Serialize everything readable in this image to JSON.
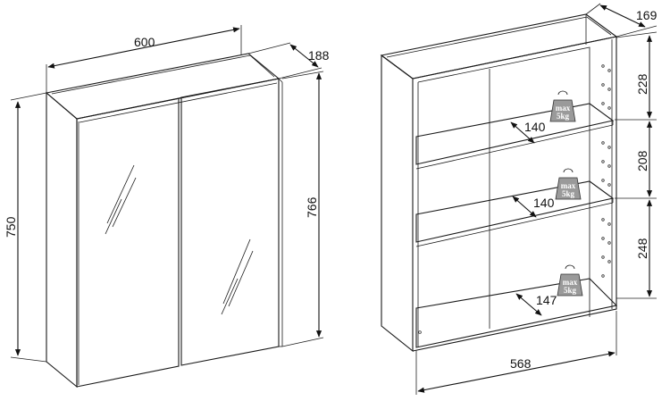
{
  "cabinet": {
    "width": "600",
    "height": "750",
    "depth": "188",
    "total_height": "766"
  },
  "interior": {
    "depth": "169",
    "top_shelf_gap": "228",
    "middle_shelf_gap": "208",
    "bottom_shelf_gap": "248",
    "inner_width": "568",
    "shelf1_depth": "140",
    "shelf2_depth": "140",
    "bottom_depth": "147"
  },
  "weight_badge": {
    "line1": "max",
    "line2": "5kg"
  }
}
